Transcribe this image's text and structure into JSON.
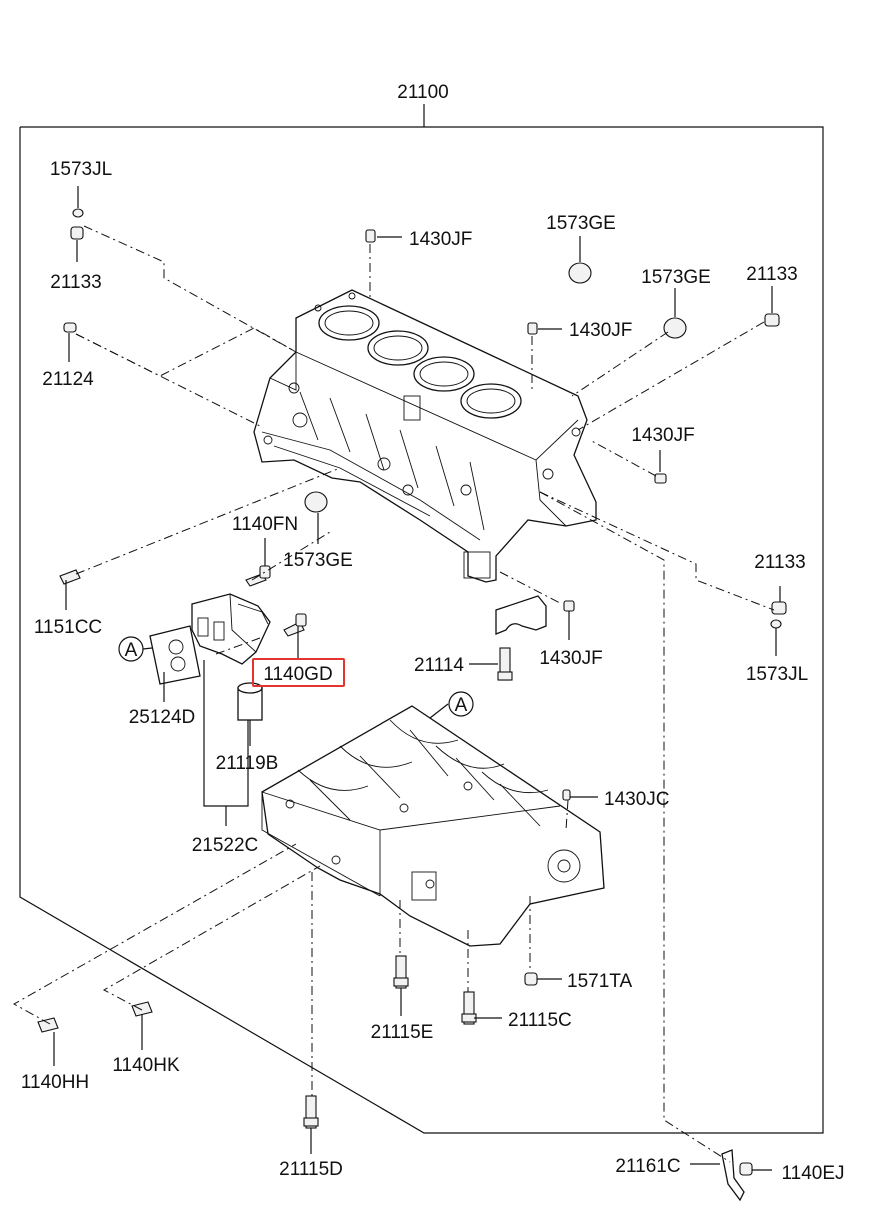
{
  "diagram": {
    "labels": {
      "assembly": "21100",
      "plug_top_left": "1573JL",
      "bolt_top_left": "21133",
      "pin_left": "21124",
      "pin_top": "1430JF",
      "plug_top_mid": "1573GE",
      "plug_top_right": "1573GE",
      "bolt_top_right": "21133",
      "pin_mid": "1430JF",
      "pin_right": "1430JF",
      "plug_front": "1573GE",
      "bolt_oil_upper": "1140FN",
      "bolt_left_block": "1151CC",
      "bolt_highlighted": "1140GD",
      "gasket": "25124D",
      "filter": "21119B",
      "oil_cooler_assy": "21522C",
      "bearing_bolt": "21114",
      "pin_bearing_cap": "1430JF",
      "bolt_right_lower": "21133",
      "plug_right_lower": "1573JL",
      "pin_ladder": "1430JC",
      "plug_ladder": "1571TA",
      "bolt_ladder_c": "21115C",
      "bolt_ladder_e": "21115E",
      "bolt_hh": "1140HH",
      "bolt_hk": "1140HK",
      "bolt_d": "21115D",
      "bracket": "21161C",
      "bolt_ej": "1140EJ",
      "ref_a_left": "A",
      "ref_a_right": "A"
    },
    "highlight_color": "#e3342f"
  }
}
